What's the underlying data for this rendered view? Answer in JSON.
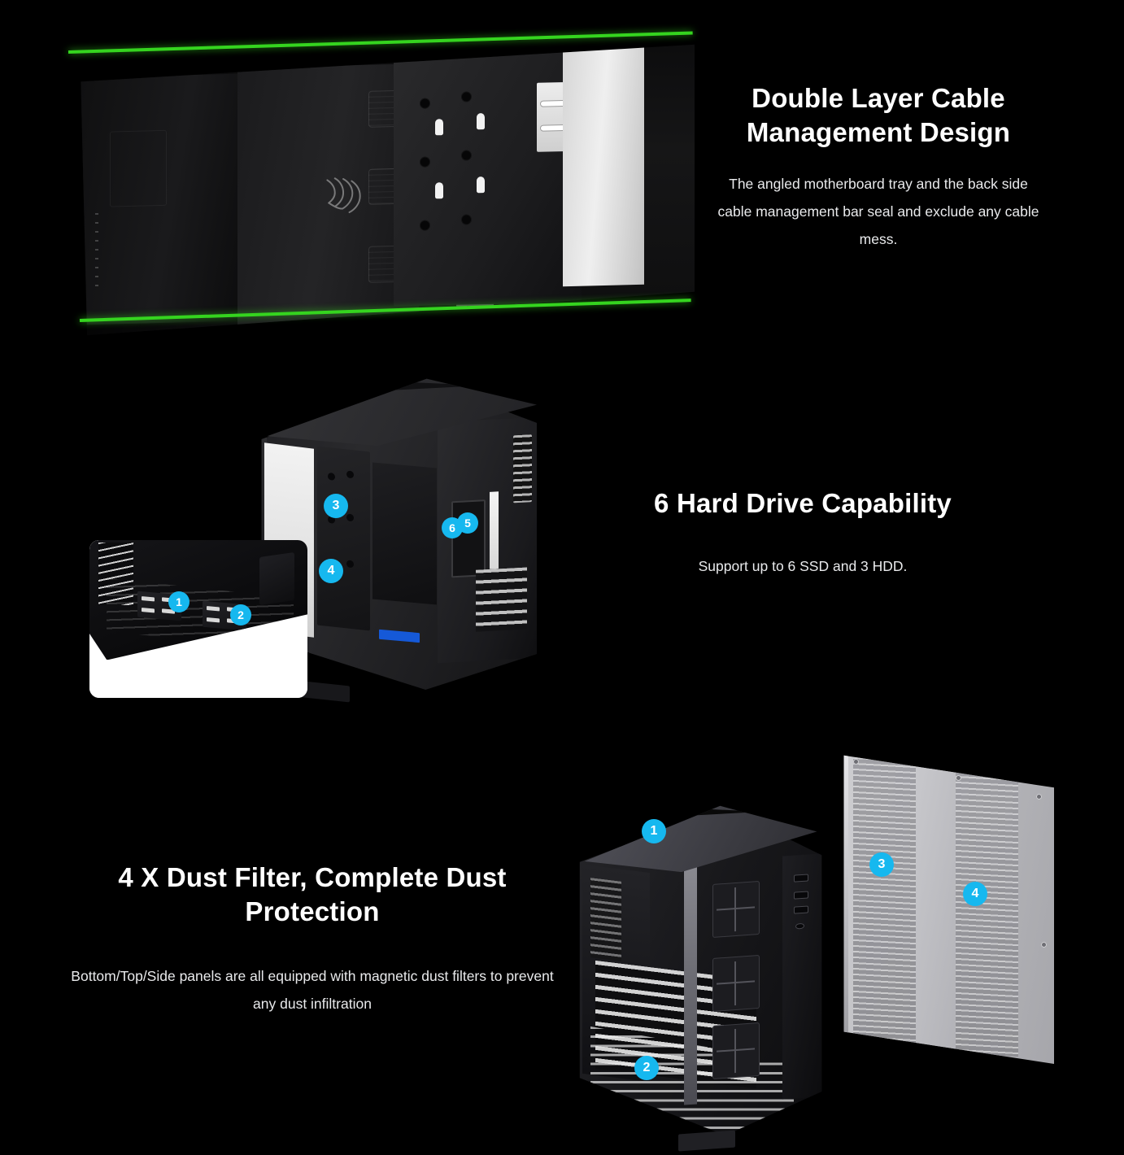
{
  "page": {
    "background": "#000000",
    "accent_green": "#35d41f",
    "accent_cyan": "#16b8ef",
    "text_color": "#ffffff"
  },
  "sections": [
    {
      "id": "double-layer-cable-management",
      "title": "Double Layer Cable Management Design",
      "description": "The angled motherboard tray and the back side cable management bar seal and exclude any cable mess.",
      "image_alt": "pc-case-interior-cable-management",
      "badges": []
    },
    {
      "id": "hard-drive-capability",
      "title": "6 Hard Drive Capability",
      "description": "Support up to 6 SSD and 3 HDD.",
      "image_alt": "pc-case-drive-bays",
      "badges": [
        "1",
        "2",
        "3",
        "4",
        "5",
        "6"
      ]
    },
    {
      "id": "dust-filter-protection",
      "title": "4 X Dust Filter, Complete Dust Protection",
      "description": "Bottom/Top/Side panels are all equipped with magnetic dust filters to prevent any dust infiltration",
      "image_alt": "pc-case-frame-and-dust-filter-panel",
      "badges": [
        "1",
        "2",
        "3",
        "4"
      ]
    }
  ]
}
